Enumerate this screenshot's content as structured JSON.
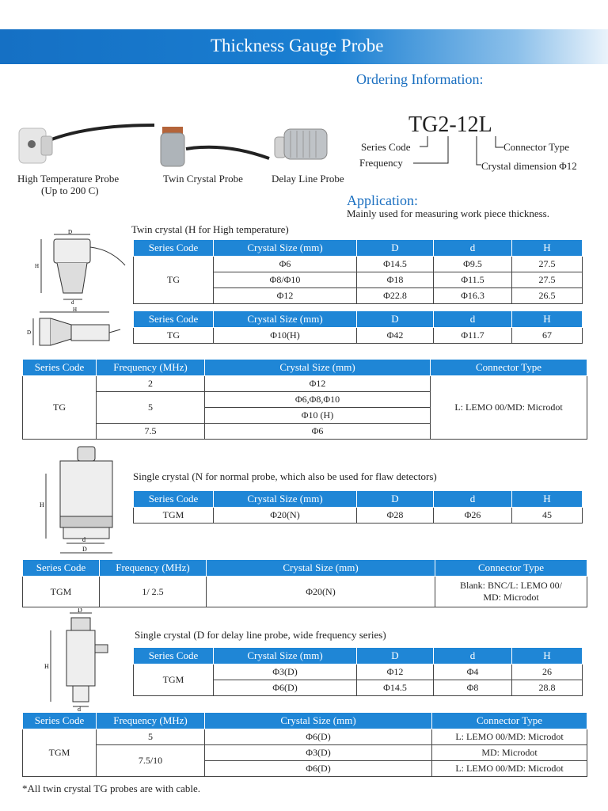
{
  "title": "Thickness Gauge Probe",
  "ordering": {
    "heading": "Ordering Information:",
    "model": "TG2-12L",
    "series_code": "Series Code",
    "frequency": "Frequency",
    "connector_type": "Connector Type",
    "crystal_dimension": "Crystal dimension Φ12"
  },
  "products": [
    {
      "name": "High Temperature Probe",
      "sub": "(Up to 200 C)"
    },
    {
      "name": "Twin Crystal Probe",
      "sub": ""
    },
    {
      "name": "Delay Line Probe",
      "sub": ""
    }
  ],
  "application": {
    "heading": "Application:",
    "text": "Mainly used for measuring work piece thickness."
  },
  "dim_header": [
    "Series Code",
    "Crystal Size (mm)",
    "D",
    "d",
    "H"
  ],
  "twin": {
    "caption": "Twin crystal (H for High temperature)",
    "series": "TG",
    "rows": [
      [
        "Φ6",
        "Φ14.5",
        "Φ9.5",
        "27.5"
      ],
      [
        "Φ8/Φ10",
        "Φ18",
        "Φ11.5",
        "27.5"
      ],
      [
        "Φ12",
        "Φ22.8",
        "Φ16.3",
        "26.5"
      ]
    ]
  },
  "twin_high": {
    "series": "TG",
    "row": [
      "Φ10(H)",
      "Φ42",
      "Φ11.7",
      "67"
    ]
  },
  "freq_header": [
    "Series Code",
    "Frequency (MHz)",
    "Crystal Size (mm)",
    "Connector Type"
  ],
  "tg_freq": {
    "series": "TG",
    "f1": "2",
    "c1": "Φ12",
    "f2": "5",
    "c2a": "Φ6,Φ8,Φ10",
    "c2b": "Φ10 (H)",
    "f3": "7.5",
    "c3": "Φ6",
    "connector": "L: LEMO 00/MD: Microdot"
  },
  "single_n": {
    "caption": "Single crystal (N for normal probe, which also be used for flaw detectors)",
    "series": "TGM",
    "row": [
      "Φ20(N)",
      "Φ28",
      "Φ26",
      "45"
    ]
  },
  "tgm_freq": {
    "series": "TGM",
    "freq": "1/ 2.5",
    "crystal": "Φ20(N)",
    "connector_l1": "Blank: BNC/L: LEMO 00/",
    "connector_l2": "MD: Microdot"
  },
  "single_d": {
    "caption": "Single crystal (D for delay line probe, wide frequency series)",
    "series": "TGM",
    "rows": [
      [
        "Φ3(D)",
        "Φ12",
        "Φ4",
        "26"
      ],
      [
        "Φ6(D)",
        "Φ14.5",
        "Φ8",
        "28.8"
      ]
    ]
  },
  "tgm_delay_freq": {
    "series": "TGM",
    "f1": "5",
    "c1": "Φ6(D)",
    "k1": "L: LEMO 00/MD: Microdot",
    "f2": "7.5/10",
    "c2": "Φ3(D)",
    "k2": "MD: Microdot",
    "c3": "Φ6(D)",
    "k3": "L: LEMO 00/MD: Microdot"
  },
  "diagram_labels": {
    "D": "D",
    "d": "d",
    "H": "H"
  },
  "note": "*All twin crystal TG probes are with cable.",
  "colors": {
    "accent": "#1a6fc0",
    "header_bg": "#1f86d6"
  }
}
